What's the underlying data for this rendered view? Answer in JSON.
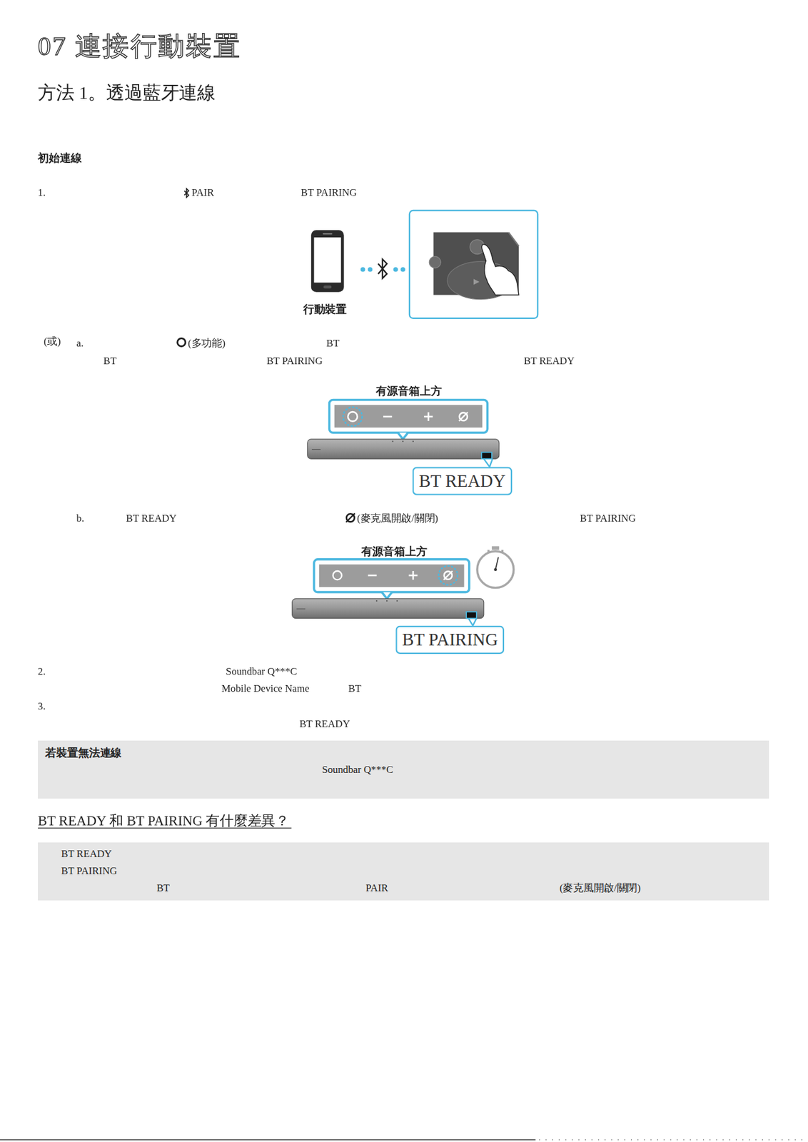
{
  "diagram": {
    "title": "07 連接行動裝置",
    "nodes": [
      {
        "text": [
          "BT READY"
        ]
      },
      {
        "text": [
          "BT PAIRING"
        ]
      },
      {
        "text": [
          "若裝置無法連線",
          "Soundbar Q***C"
        ]
      },
      {
        "text": [
          "BT READY",
          "BT PAIRING",
          "BT",
          "PAIR",
          "(麥克風開啟/關閉)"
        ]
      }
    ],
    "labels": [
      "方法 1。透過藍牙連線",
      "初始連線",
      "1.",
      "PAIR",
      "BT PAIRING",
      "行動裝置",
      "(或)",
      "a.",
      "(多功能)",
      "BT",
      "BT",
      "BT PAIRING",
      "BT READY",
      "有源音箱上方",
      "b.",
      "BT READY",
      "(麥克風開啟/關閉)",
      "BT PAIRING",
      "有源音箱上方",
      "2.",
      "Soundbar Q***C",
      "Mobile Device Name",
      "BT",
      "3.",
      "BT READY",
      "BT READY 和 BT PAIRING 有什麼差異？"
    ]
  }
}
